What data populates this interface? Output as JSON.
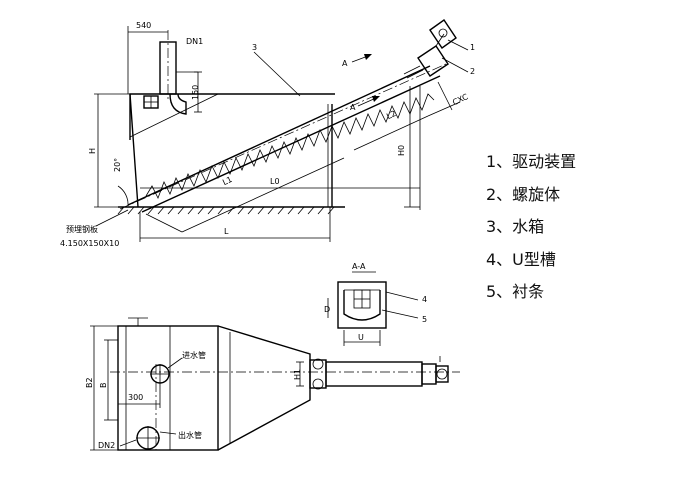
{
  "drawing": {
    "dims": {
      "d540": "540",
      "dn1": "DN1",
      "h": "H",
      "h1": "150",
      "l": "L",
      "l0": "L0",
      "l1": "L1",
      "l2": "L2",
      "h0": "H0",
      "angle": "20°",
      "cxc": "CXC",
      "b": "B",
      "b2": "B2",
      "d300": "300",
      "dn2": "DN2",
      "h2": "H1",
      "u": "U",
      "d": "D"
    },
    "section_label": "A-A",
    "section_marks": [
      "A",
      "A"
    ],
    "embedded_plate": "预埋钢板",
    "plate_size": "4.150X150X10",
    "inlet_pipe": "进水管",
    "outlet_pipe": "出水管",
    "callouts": [
      "1",
      "2",
      "3",
      "4",
      "5"
    ]
  },
  "parts": [
    "1、驱动装置",
    "2、螺旋体",
    "3、水箱",
    "4、U型槽",
    "5、衬条"
  ]
}
